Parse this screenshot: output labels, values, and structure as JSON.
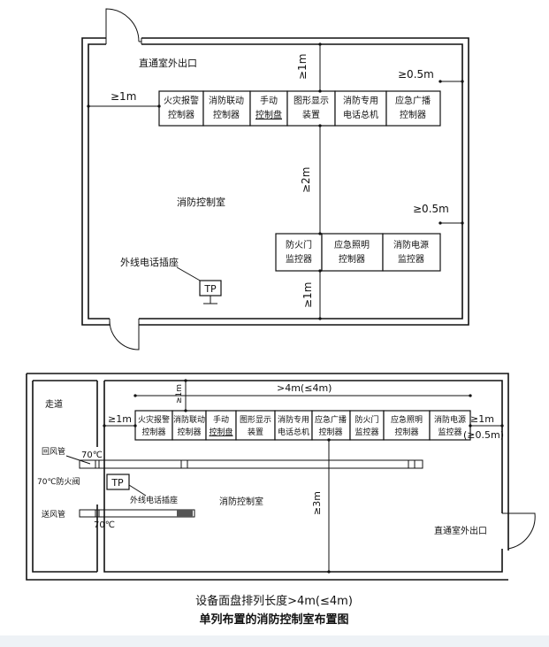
{
  "plan1": {
    "exit_label": "直通室外出口",
    "room_label": "消防控制室",
    "phone_socket_label": "外线电话插座",
    "tp_label": "TP",
    "dims": {
      "left_gap": "≥1m",
      "top_gap": "≥1m",
      "right_gap_top": "≥0.5m",
      "aisle_gap": "≥2m",
      "right_gap_bottom": "≥0.5m",
      "bottom_gap": "≥1m"
    },
    "top_row": [
      {
        "line1": "火灾报警",
        "line2": "控制器"
      },
      {
        "line1": "消防联动",
        "line2": "控制器"
      },
      {
        "line1": "手动",
        "line2": "控制盘"
      },
      {
        "line1": "图形显示",
        "line2": "装置"
      },
      {
        "line1": "消防专用",
        "line2": "电话总机"
      },
      {
        "line1": "应急广播",
        "line2": "控制器"
      }
    ],
    "bottom_row": [
      {
        "line1": "防火门",
        "line2": "监控器"
      },
      {
        "line1": "应急照明",
        "line2": "控制器"
      },
      {
        "line1": "消防电源",
        "line2": "监控器"
      }
    ]
  },
  "plan2": {
    "corridor_label": "走道",
    "room_label": "消防控制室",
    "exit_label": "直通室外出口",
    "return_duct_label": "回风管",
    "damper_label": "70℃防火阀",
    "supply_duct_label": "送风管",
    "temp_label_top": "70℃",
    "temp_label_bottom": "70℃",
    "phone_socket_label": "外线电话插座",
    "tp_label": "TP",
    "dims": {
      "length": ">4m(≤4m)",
      "top_gap": "≥1m",
      "left_gap": "≥1m",
      "right_gap": "≥1m",
      "right_gap_alt": "(≥0.5m)",
      "aisle_gap": "≥3m"
    },
    "row": [
      {
        "line1": "火灾报警",
        "line2": "控制器"
      },
      {
        "line1": "消防联动",
        "line2": "控制器"
      },
      {
        "line1": "手动",
        "line2": "控制盘"
      },
      {
        "line1": "图形显示",
        "line2": "装置"
      },
      {
        "line1": "消防专用",
        "line2": "电话总机"
      },
      {
        "line1": "应急广播",
        "line2": "控制器"
      },
      {
        "line1": "防火门",
        "line2": "监控器"
      },
      {
        "line1": "应急照明",
        "line2": "控制器"
      },
      {
        "line1": "消防电源",
        "line2": "监控器"
      }
    ]
  },
  "caption": {
    "line1": "设备面盘排列长度>4m(≤4m)",
    "line2": "单列布置的消防控制室布置图"
  }
}
